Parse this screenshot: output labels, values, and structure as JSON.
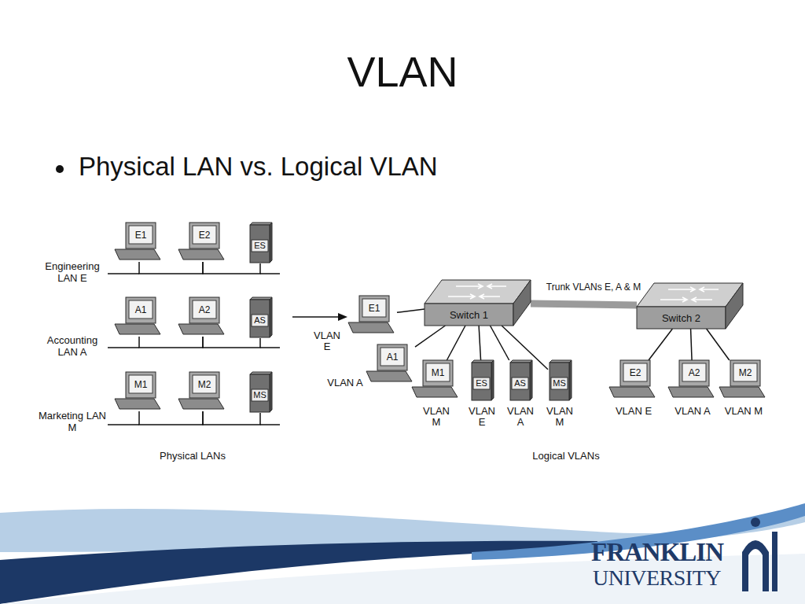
{
  "diagram": {
    "title": "VLAN",
    "nodes": [
      {
        "text": [
          "E1"
        ]
      },
      {
        "text": [
          "E2"
        ]
      },
      {
        "text": [
          "ES"
        ]
      },
      {
        "text": [
          "A1"
        ]
      },
      {
        "text": [
          "A2"
        ]
      },
      {
        "text": [
          "AS"
        ]
      },
      {
        "text": [
          "M1"
        ]
      },
      {
        "text": [
          "M2"
        ]
      },
      {
        "text": [
          "MS"
        ]
      },
      {
        "text": [
          "E1",
          "VLAN E"
        ]
      },
      {
        "text": [
          "Switch 1"
        ]
      },
      {
        "text": [
          "Switch 2"
        ]
      },
      {
        "text": [
          "A1",
          "VLAN A"
        ]
      },
      {
        "text": [
          "M1",
          "VLAN M"
        ]
      },
      {
        "text": [
          "ES",
          "VLAN E"
        ]
      },
      {
        "text": [
          "AS",
          "VLAN A"
        ]
      },
      {
        "text": [
          "MS",
          "VLAN M"
        ]
      },
      {
        "text": [
          "E2",
          "VLAN E"
        ]
      },
      {
        "text": [
          "A2",
          "VLAN A"
        ]
      },
      {
        "text": [
          "M2",
          "VLAN M"
        ]
      }
    ],
    "edges": [
      {
        "from": 0,
        "to": 1,
        "arrow": "none"
      },
      {
        "from": 1,
        "to": 2,
        "arrow": "none"
      },
      {
        "from": 3,
        "to": 4,
        "arrow": "none"
      },
      {
        "from": 4,
        "to": 5,
        "arrow": "none"
      },
      {
        "from": 6,
        "to": 7,
        "arrow": "none"
      },
      {
        "from": 7,
        "to": 8,
        "arrow": "none"
      },
      {
        "from": 10,
        "to": 11,
        "label": "Trunk VLANs E, A & M",
        "arrow": "none"
      },
      {
        "from": 10,
        "to": 9,
        "arrow": "none"
      },
      {
        "from": 10,
        "to": 12,
        "arrow": "none"
      },
      {
        "from": 10,
        "to": 13,
        "arrow": "none"
      },
      {
        "from": 10,
        "to": 14,
        "arrow": "none"
      },
      {
        "from": 10,
        "to": 15,
        "arrow": "none"
      },
      {
        "from": 10,
        "to": 16,
        "arrow": "none"
      },
      {
        "from": 11,
        "to": 17,
        "arrow": "none"
      },
      {
        "from": 11,
        "to": 18,
        "arrow": "none"
      },
      {
        "from": 11,
        "to": 19,
        "arrow": "none"
      }
    ],
    "labels": [
      "Physical LAN vs. Logical VLAN",
      "Engineering LAN E",
      "Accounting LAN A",
      "Marketing LAN M",
      "Physical LANs",
      "Logical VLANs",
      "FRANKLIN",
      "UNIVERSITY"
    ]
  }
}
